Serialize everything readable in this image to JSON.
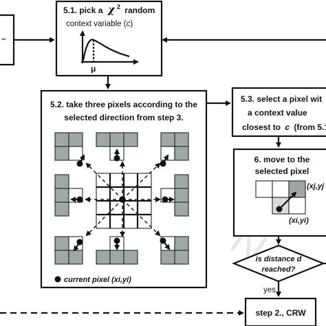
{
  "step51": {
    "label": "5.1. pick a",
    "chi": "χ",
    "sup": "2",
    "label_end": "random",
    "line2_a": "context variable (",
    "line2_c": "c",
    "line2_b": ")",
    "mu": "μ"
  },
  "step52": {
    "line1": "5.2. take three pixels according to the",
    "line2": "selected direction from step 3."
  },
  "step53": {
    "line1": "5.3.  select a pixel wit",
    "line2": "a  context value",
    "line3_a": "closest to",
    "line3_c": "c",
    "line3_b": "(from 5.1"
  },
  "step6": {
    "line1": "6. move to the",
    "line2": "selected pixel",
    "xj": "(xj,yj",
    "xi": "(xi,yi)"
  },
  "decision": {
    "line1": "is distance d",
    "line2": "reached?",
    "yes": "yes"
  },
  "step2": {
    "label": "step 2., CRW"
  },
  "legend": {
    "text": "current pixel (xi,yi)"
  },
  "left_box": {
    "partial_text": "–"
  },
  "colors": {
    "dark_cell": "#9fa8a6",
    "light_cell": "#d7dcdb",
    "stroke": "#111111"
  }
}
